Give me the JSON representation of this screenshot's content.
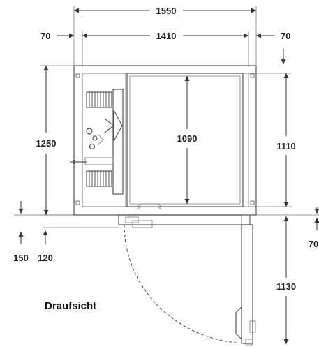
{
  "diagram": {
    "title": "Draufsicht",
    "dimensions": {
      "overall_width": "1550",
      "inner_width": "1410",
      "left_wall": "70",
      "right_wall": "70",
      "outer_depth": "1250",
      "inner_depth": "1090",
      "side_depth": "1110",
      "bottom_offset_left": "150",
      "bottom_offset_mid": "120",
      "bottom_offset_right": "70",
      "door_swing": "1130"
    }
  }
}
